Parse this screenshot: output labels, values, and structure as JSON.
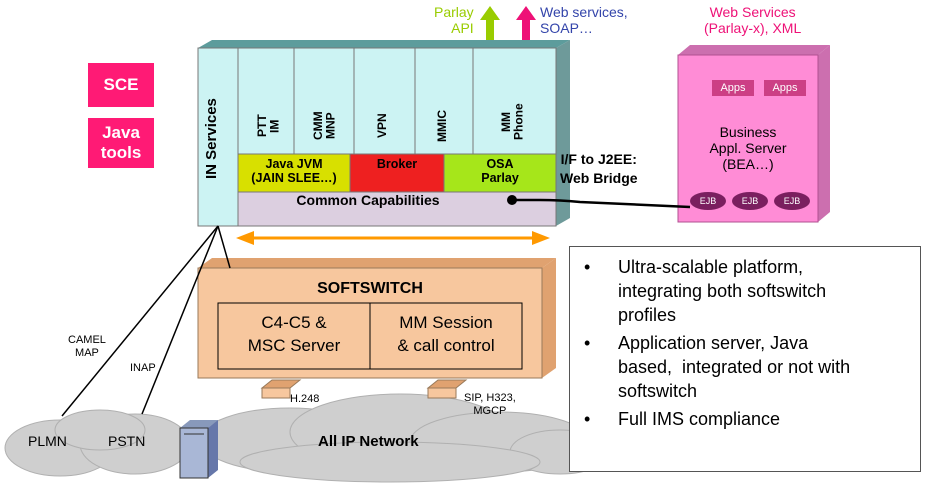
{
  "diagram": {
    "top_arrows": {
      "parlay_api": "Parlay\nAPI",
      "web_services_soap": "Web services,\nSOAP…"
    },
    "web_services_label": "Web Services\n(Parlay-x), XML",
    "sce": "SCE",
    "java_tools": "Java\ntools",
    "in_services": "IN Services",
    "service_columns": [
      "PTT\nIM",
      "CMM\nMNP",
      "VPN",
      "MMIC",
      "MM\nPhone"
    ],
    "java_jvm": "Java JVM\n(JAIN SLEE…)",
    "broker": "Broker",
    "osa_parlay": "OSA\nParlay",
    "common_capabilities": "Common Capabilities",
    "if_j2ee": "I/F to J2EE:\nWeb Bridge",
    "app_server": {
      "apps": [
        "Apps",
        "Apps"
      ],
      "title": "Business\nAppl. Server\n(BEA…)",
      "ejbs": [
        "EJB",
        "EJB",
        "EJB"
      ]
    },
    "softswitch": {
      "title": "SOFTSWITCH",
      "left_box": "C4-C5 &\nMSC Server",
      "right_box": "MM Session\n& call control"
    },
    "protocols": {
      "camel_map": "CAMEL\nMAP",
      "inap": "INAP",
      "h248": "H.248",
      "sip": "SIP, H323,\nMGCP"
    },
    "networks": {
      "plmn": "PLMN",
      "pstn": "PSTN",
      "all_ip": "All IP Network"
    },
    "bullets": [
      "Ultra-scalable platform,\nintegrating both softswitch\nprofiles",
      "Application server, Java\nbased,  integrated or not with\nsoftswitch",
      "Full IMS compliance"
    ],
    "bullet_char": "•",
    "colors": {
      "platform_cyan": "#ccf3f3",
      "platform_top": "#5d9c9c",
      "java_yellow": "#d8e000",
      "broker_red": "#ee2020",
      "osa_green": "#a6e61a",
      "common_lavender": "#dccfe0",
      "softswitch_peach": "#f7c79e",
      "app_server_pink": "#ff8cd6",
      "sce_pink": "#ff1a75",
      "arrow_orange": "#ff9900",
      "parlay_green": "#99cc00",
      "ws_pink": "#ee1177"
    }
  }
}
